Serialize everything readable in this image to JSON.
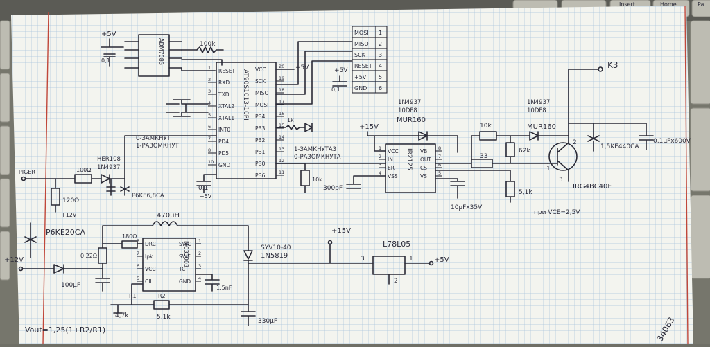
{
  "keyboard": {
    "insert_key": "Insert",
    "home_key": "Home",
    "page_key": "Pa"
  },
  "power_top": {
    "rail": "+5V",
    "cap": "0,1"
  },
  "adm": {
    "part": "ADM708S",
    "pull_res": "100k"
  },
  "mcu": {
    "part": "AT90S1013-10PI",
    "left_pins": [
      "RESET",
      "RXD",
      "TXD",
      "XTAL2",
      "XTAL1",
      "INT0",
      "PD4",
      "PD5",
      "GND"
    ],
    "right_pins": [
      "VCC",
      "SCK",
      "MISO",
      "MOSI",
      "PB4",
      "PB3",
      "PB2",
      "PB1",
      "PB0",
      "PB6"
    ],
    "left_nums": [
      "1",
      "2",
      "3",
      "4",
      "5",
      "6",
      "7",
      "8",
      "10"
    ],
    "right_nums": [
      "20",
      "19",
      "18",
      "17",
      "16",
      "15",
      "14",
      "13",
      "12",
      "11"
    ],
    "vcc_label": "+5V",
    "gnd_label": "+5V",
    "cap": "0,1"
  },
  "isp": {
    "rows": [
      {
        "name": "MOSI",
        "num": "1"
      },
      {
        "name": "MISO",
        "num": "2"
      },
      {
        "name": "SCK",
        "num": "3"
      },
      {
        "name": "RESET",
        "num": "4"
      },
      {
        "name": "+5V",
        "num": "5"
      },
      {
        "name": "GND",
        "num": "6"
      }
    ],
    "supply": "+5V",
    "cap": "0,1"
  },
  "notes": {
    "int0_a": "0-ЗАМКНУТ",
    "int0_b": "1-РАЗОМКНУТ",
    "pb1_a": "1-ЗАМКНУТА3",
    "pb1_b": "0-РАЗОМКНУТА",
    "pb3_res": "1k",
    "pb0_res": "10k"
  },
  "trigger": {
    "label": "TPIGER",
    "r1": "100Ω",
    "r2": "120Ω",
    "diode": "HER108",
    "diode2": "1N4937",
    "tvs": "P6KE6,8CA",
    "v12": "+12V"
  },
  "driver": {
    "part": "IR2125",
    "left_pins": [
      "VCC",
      "IN",
      "ER",
      "VSS"
    ],
    "right_pins": [
      "VB",
      "OUT",
      "CS",
      "VS"
    ],
    "left_nums": [
      "1",
      "2",
      "3",
      "4"
    ],
    "right_nums": [
      "8",
      "7",
      "6",
      "5"
    ],
    "supply": "+15V",
    "diode_a": "1N4937",
    "diode_b": "10DF8",
    "diode_c": "MUR160",
    "cap_er": "300pF",
    "cap_boot": "10µFx35V",
    "r_gate": "10k",
    "r_33": "33",
    "r_62": "62k",
    "r_51": "5,1k"
  },
  "output": {
    "k3": "K3",
    "diode_a": "1N4937",
    "diode_b": "10DF8",
    "diode_c": "MUR160",
    "tvs": "1,5KE440CA",
    "cap": "0,1µFx600V",
    "igbt": "IRG4BC40F",
    "pin1": "1",
    "pin2": "2",
    "pin3": "3",
    "vce_note": "при VCE=2,5V"
  },
  "smps": {
    "tvs": "P6KE20CA",
    "input": "+12V",
    "r_sense": "0,22Ω",
    "r_180": "180Ω",
    "inductor": "470µH",
    "cap_in": "100µF",
    "part": "MC33063",
    "left_pins": [
      "DRC",
      "Ipk",
      "VCC",
      "CII"
    ],
    "right_pins": [
      "SWC",
      "SWE",
      "TC",
      "GND"
    ],
    "left_nums": [
      "8",
      "7",
      "6",
      "5"
    ],
    "right_nums": [
      "1",
      "2",
      "3",
      "4"
    ],
    "cap_tc": "1,5nF",
    "r1": "4,7k",
    "r2": "5,1k",
    "r1_label": "R1",
    "r2_label": "R2",
    "diode": "SYV10-40",
    "diode2": "1N5819",
    "cap_out": "330µF",
    "formula": "Vout=1,25(1+R2/R1)"
  },
  "regulator": {
    "part": "L78L05",
    "input": "+15V",
    "output": "+5V",
    "pin_in": "3",
    "pin_out": "1",
    "pin_gnd": "2"
  },
  "corner_text": "34063"
}
